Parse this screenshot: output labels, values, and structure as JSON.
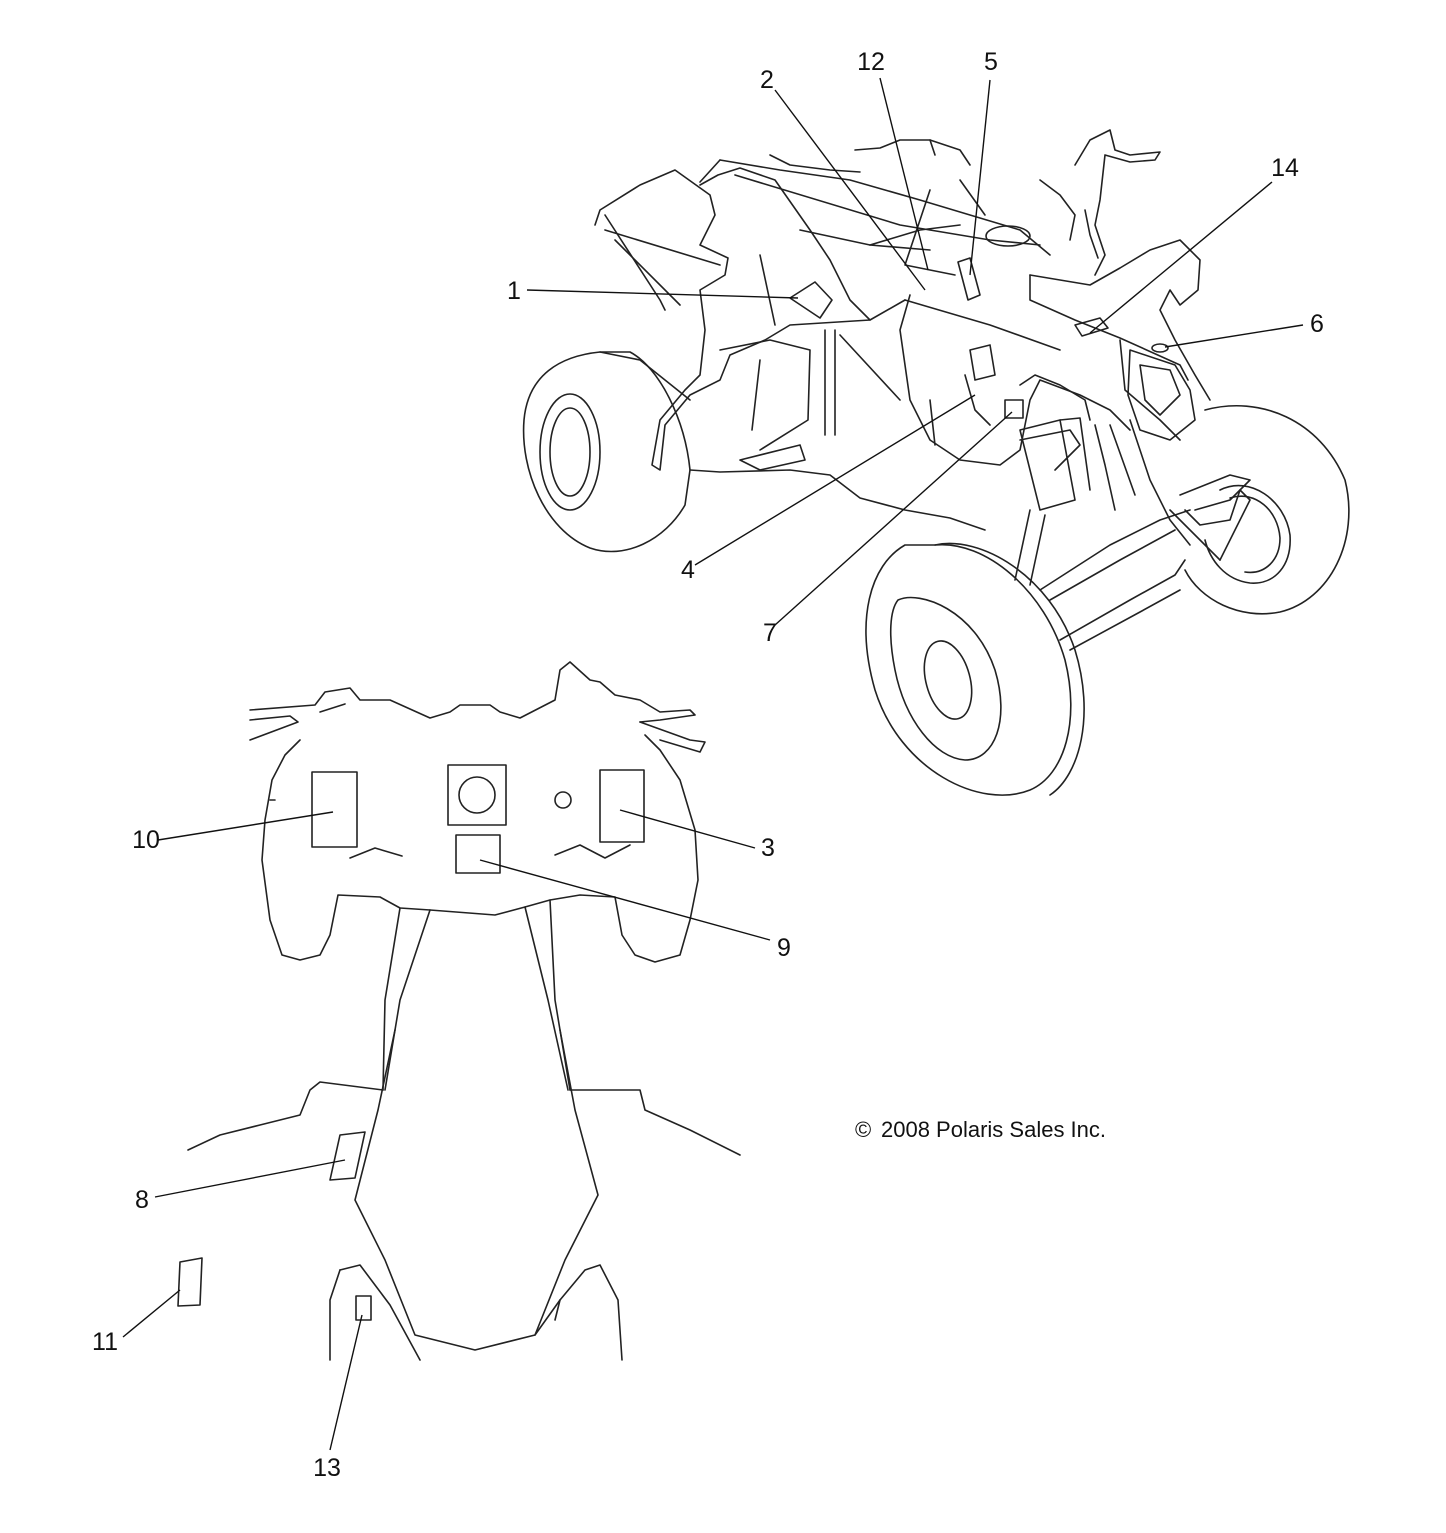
{
  "callouts": {
    "c1": "1",
    "c2": "2",
    "c3": "3",
    "c4": "4",
    "c5": "5",
    "c6": "6",
    "c7": "7",
    "c8": "8",
    "c9": "9",
    "c10": "10",
    "c11": "11",
    "c12": "12",
    "c13": "13",
    "c14": "14"
  },
  "copyright": "2008 Polaris Sales Inc.",
  "copyright_symbol": "©"
}
